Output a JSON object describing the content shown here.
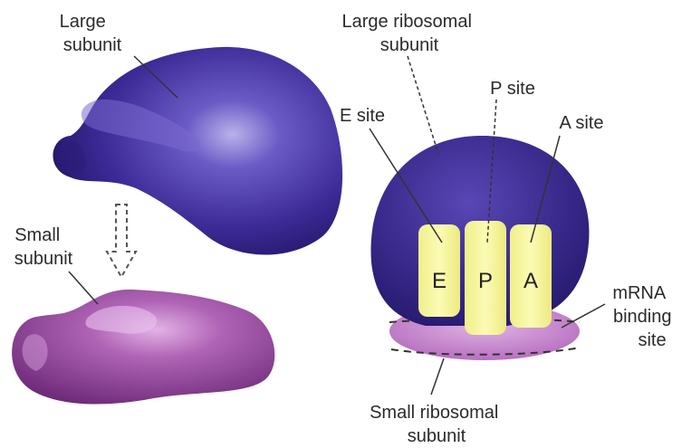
{
  "left": {
    "large_subunit": [
      "Large",
      "subunit"
    ],
    "small_subunit": [
      "Small",
      "subunit"
    ]
  },
  "right": {
    "large_ribosomal_subunit": [
      "Large ribosomal",
      "subunit"
    ],
    "small_ribosomal_subunit": [
      "Small ribosomal",
      "subunit"
    ],
    "e_site": "E site",
    "p_site": "P site",
    "a_site": "A site",
    "mrna_binding_site": [
      "mRNA",
      "binding",
      "site"
    ],
    "site_letters": [
      "E",
      "P",
      "A"
    ]
  },
  "colors": {
    "large_subunit": "#3a2a8c",
    "small_subunit": "#9b4aa0",
    "small_ribosomal_subunit": "#c07cc8",
    "site_block": "#f6f59a"
  }
}
